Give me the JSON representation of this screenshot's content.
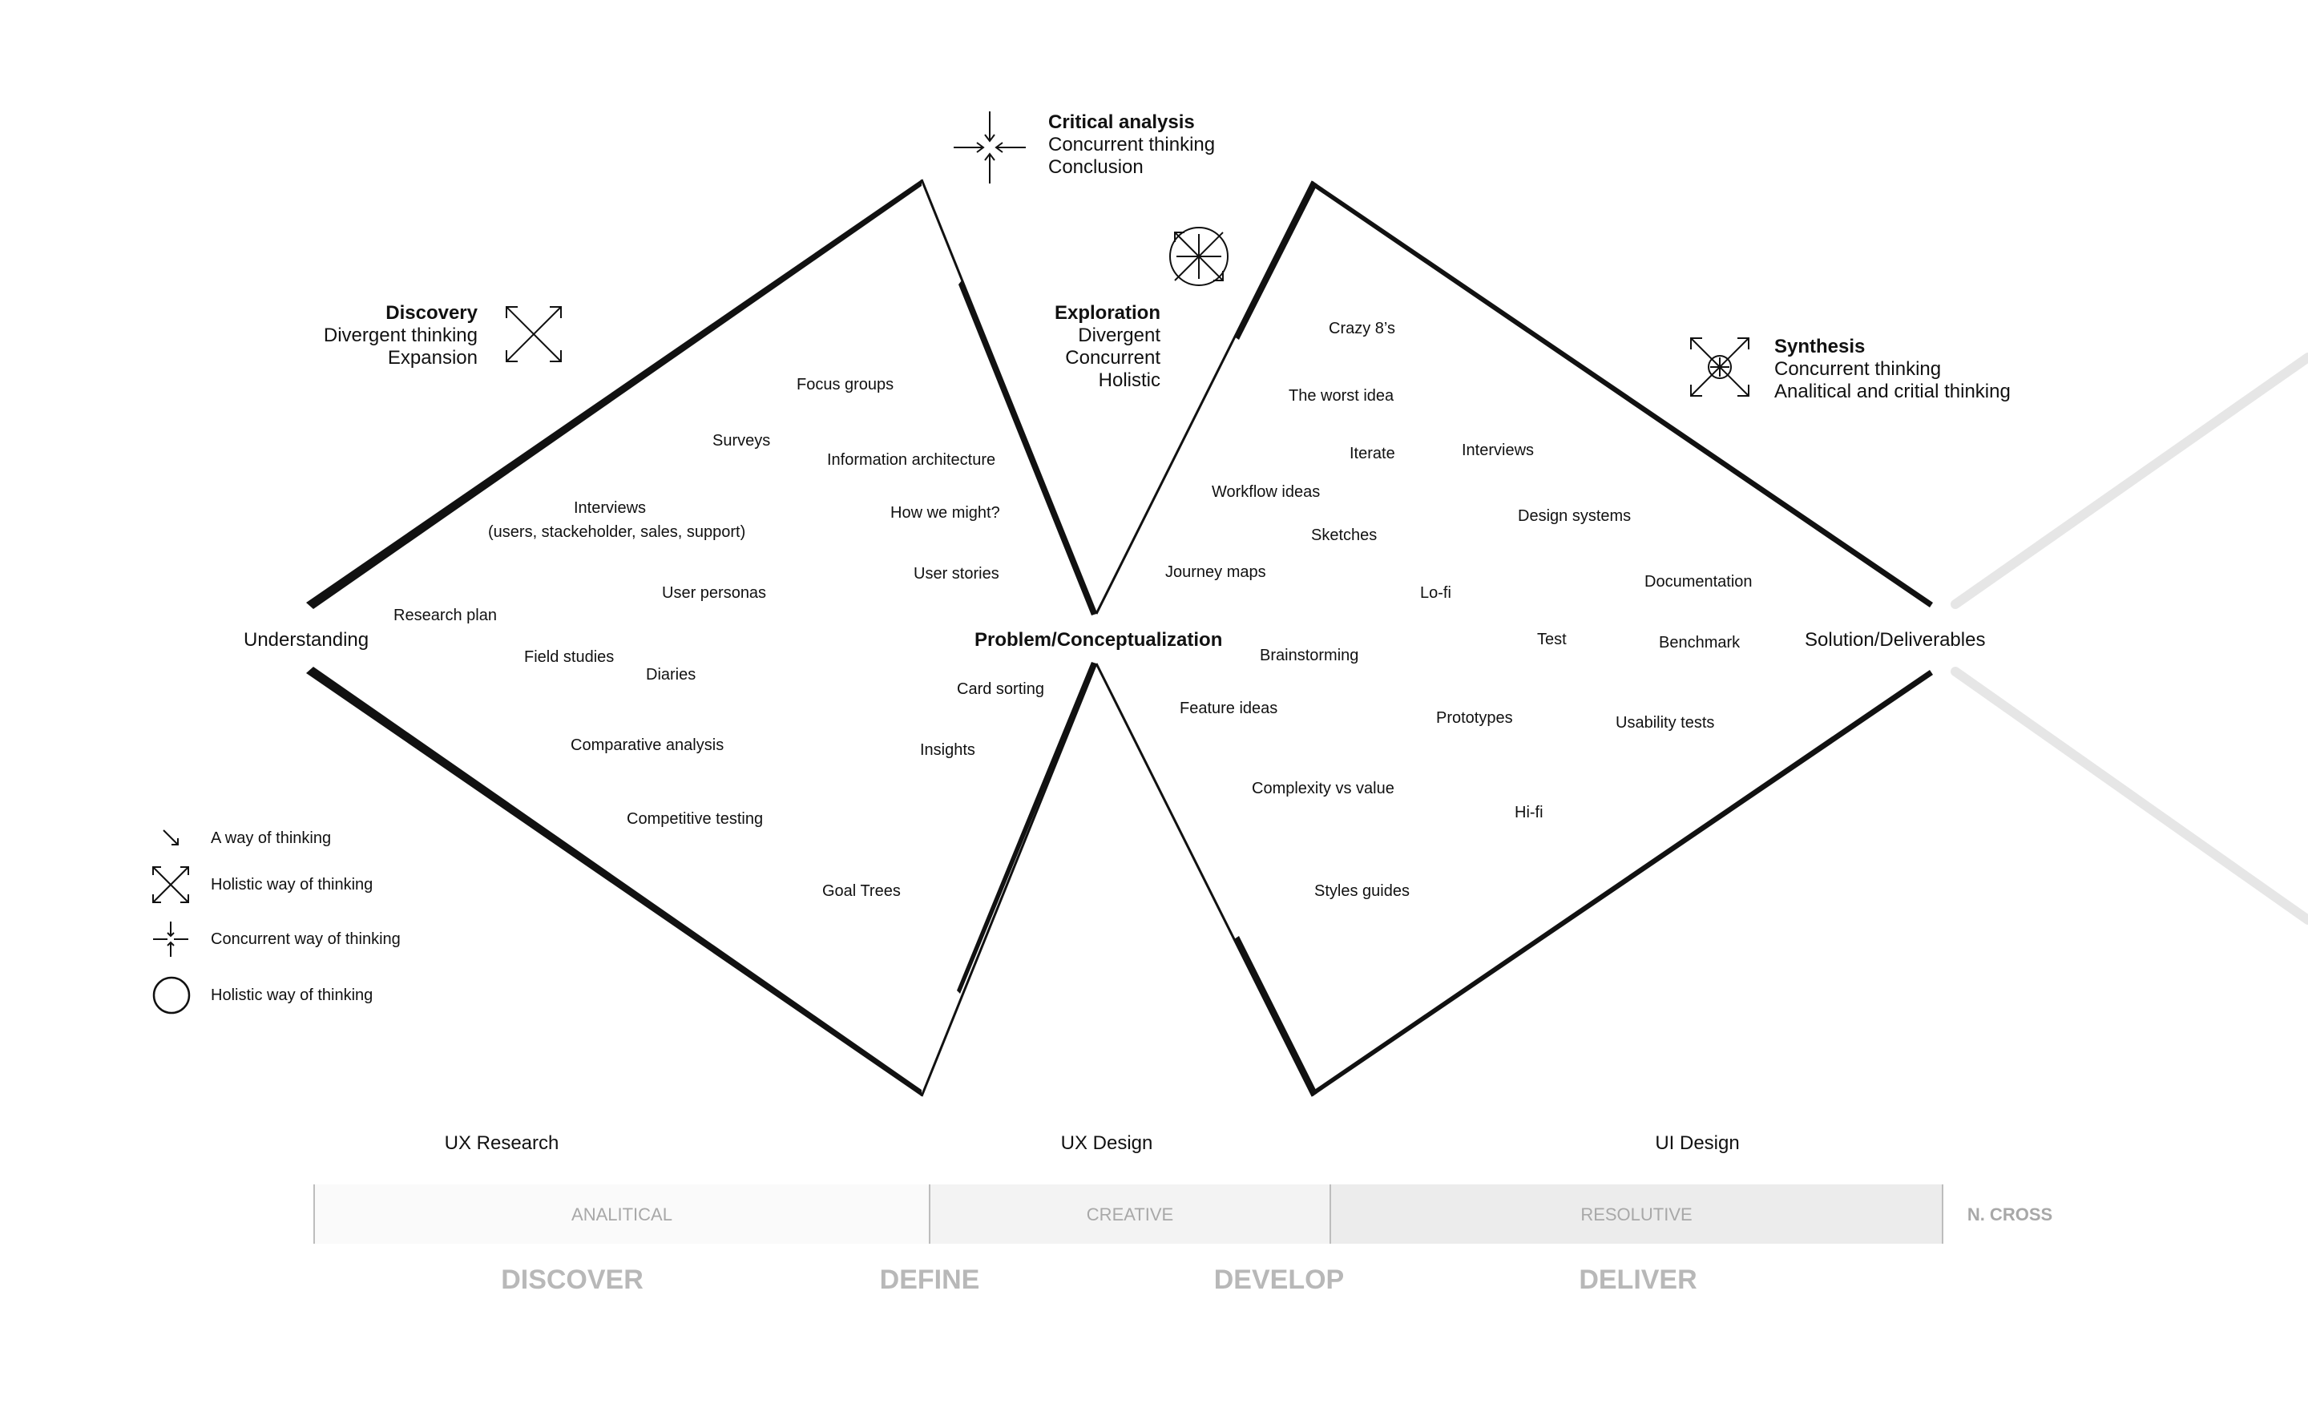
{
  "headings": {
    "discovery": {
      "title": "Discovery",
      "lines": [
        "Divergent thinking",
        "Expansion"
      ]
    },
    "critical": {
      "title": "Critical analysis",
      "lines": [
        "Concurrent thinking",
        "Conclusion"
      ]
    },
    "exploration": {
      "title": "Exploration",
      "lines": [
        "Divergent",
        "Concurrent",
        "Holistic"
      ]
    },
    "synthesis": {
      "title": "Synthesis",
      "lines": [
        "Concurrent thinking",
        "Analitical and critial thinking"
      ]
    }
  },
  "nodes": {
    "understanding": "Understanding",
    "problem": "Problem/Conceptualization",
    "solution": "Solution/Deliverables"
  },
  "methods": {
    "focus_groups": "Focus groups",
    "surveys": "Surveys",
    "information_architecture": "Information architecture",
    "interviews_research": "Interviews",
    "interviews_research_sub": "(users, stackeholder, sales, support)",
    "how_we_might": "How we might?",
    "user_stories": "User stories",
    "user_personas": "User personas",
    "research_plan": "Research plan",
    "field_studies": "Field studies",
    "diaries": "Diaries",
    "card_sorting": "Card sorting",
    "comparative_analysis": "Comparative analysis",
    "insights": "Insights",
    "competitive_testing": "Competitive testing",
    "goal_trees": "Goal Trees",
    "crazy8": "Crazy 8’s",
    "worst_idea": "The worst idea",
    "iterate": "Iterate",
    "interviews_design": "Interviews",
    "workflow_ideas": "Workflow ideas",
    "design_systems": "Design systems",
    "sketches": "Sketches",
    "journey_maps": "Journey maps",
    "documentation": "Documentation",
    "lofi": "Lo-fi",
    "test": "Test",
    "benchmark": "Benchmark",
    "brainstorming": "Brainstorming",
    "feature_ideas": "Feature ideas",
    "prototypes": "Prototypes",
    "usability_tests": "Usability tests",
    "complexity_vs_value": "Complexity vs value",
    "hifi": "Hi-fi",
    "styles_guides": "Styles guides"
  },
  "legend": [
    {
      "icon": "arrow-icon",
      "label": "A way of thinking"
    },
    {
      "icon": "expand-arrows-icon",
      "label": "Holistic way of thinking"
    },
    {
      "icon": "converge-arrows-icon",
      "label": "Concurrent way of thinking"
    },
    {
      "icon": "circle-icon",
      "label": "Holistic way of thinking"
    }
  ],
  "phases": {
    "ux_research": "UX Research",
    "ux_design": "UX Design",
    "ui_design": "UI Design"
  },
  "bands": {
    "analitical": "ANALITICAL",
    "creative": "CREATIVE",
    "resolutive": "RESOLUTIVE",
    "author": "N. CROSS"
  },
  "stages": {
    "discover": "DISCOVER",
    "define": "DEFINE",
    "develop": "DEVELOP",
    "deliver": "DELIVER"
  },
  "colors": {
    "ink": "#111111",
    "faded_line": "#e6e6e6",
    "band_analitical": "#fafafa",
    "band_creative": "#f3f3f3",
    "band_resolutive": "#ececec",
    "band_text": "#a8a8a8",
    "stage_text": "#b8b8b8"
  }
}
